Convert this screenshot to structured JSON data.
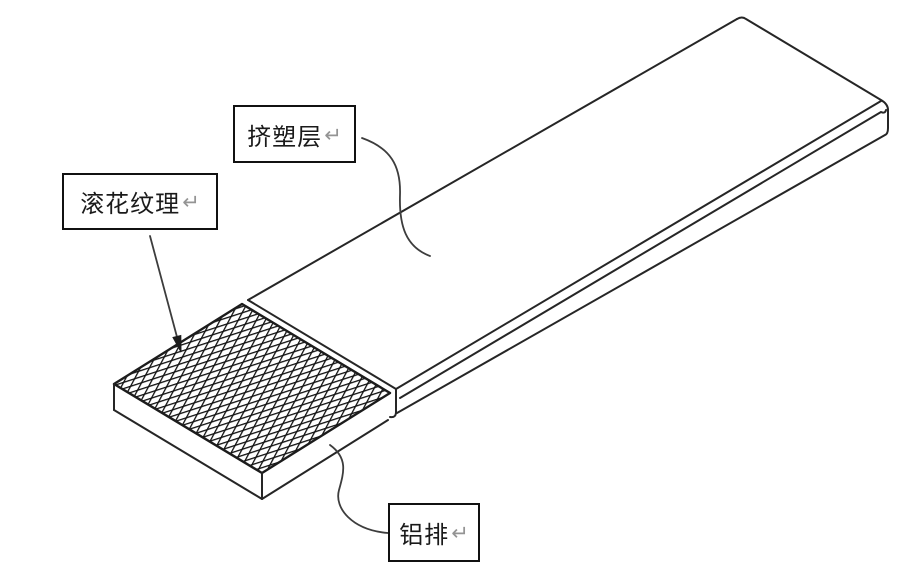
{
  "figure": {
    "background_color": "#ffffff",
    "line_color": "#262626",
    "leader_color": "#3d3d3d",
    "labels": {
      "extruded_layer": {
        "text": "挤塑层",
        "return_mark": "↵"
      },
      "knurl_texture": {
        "text": "滚花纹理",
        "return_mark": "↵"
      },
      "aluminum_bar": {
        "text": "铝排",
        "return_mark": "↵"
      }
    }
  }
}
